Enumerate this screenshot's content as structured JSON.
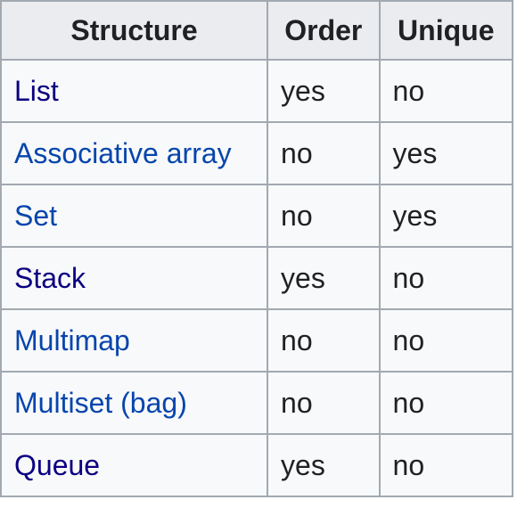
{
  "table": {
    "headers": [
      "Structure",
      "Order",
      "Unique"
    ],
    "rows": [
      {
        "structure": "List",
        "order": "yes",
        "unique": "no",
        "link_state": "visited"
      },
      {
        "structure": "Associative array",
        "order": "no",
        "unique": "yes",
        "link_state": "unvisited"
      },
      {
        "structure": "Set",
        "order": "no",
        "unique": "yes",
        "link_state": "unvisited"
      },
      {
        "structure": "Stack",
        "order": "yes",
        "unique": "no",
        "link_state": "visited"
      },
      {
        "structure": "Multimap",
        "order": "no",
        "unique": "no",
        "link_state": "unvisited"
      },
      {
        "structure": "Multiset (bag)",
        "order": "no",
        "unique": "no",
        "link_state": "unvisited"
      },
      {
        "structure": "Queue",
        "order": "yes",
        "unique": "no",
        "link_state": "visited"
      }
    ]
  },
  "colors": {
    "border": "#a2a9b1",
    "header_bg": "#eaecf0",
    "cell_bg": "#f8f9fa",
    "text": "#202122",
    "link_visited": "#0b0080",
    "link_unvisited": "#0645ad"
  }
}
